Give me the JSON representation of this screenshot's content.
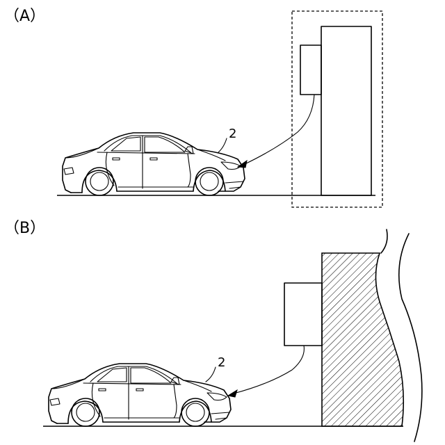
{
  "panels": [
    {
      "label": "（A）",
      "car_reference": "2"
    },
    {
      "label": "（B）",
      "car_reference": "2"
    }
  ]
}
